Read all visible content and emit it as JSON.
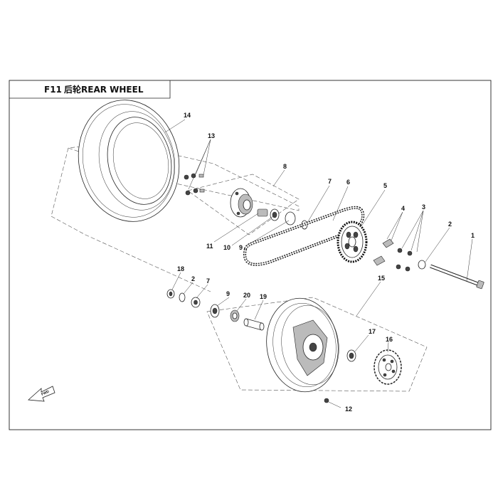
{
  "title": {
    "code": "F11",
    "name": "后轮REAR WHEEL"
  },
  "direction_label": "FWD",
  "callouts": [
    "1",
    "2",
    "3",
    "4",
    "5",
    "6",
    "7",
    "8",
    "9",
    "10",
    "11",
    "12",
    "13",
    "14",
    "15",
    "16",
    "17",
    "18",
    "19",
    "20"
  ],
  "lower_callouts": [
    "2",
    "7",
    "9"
  ]
}
